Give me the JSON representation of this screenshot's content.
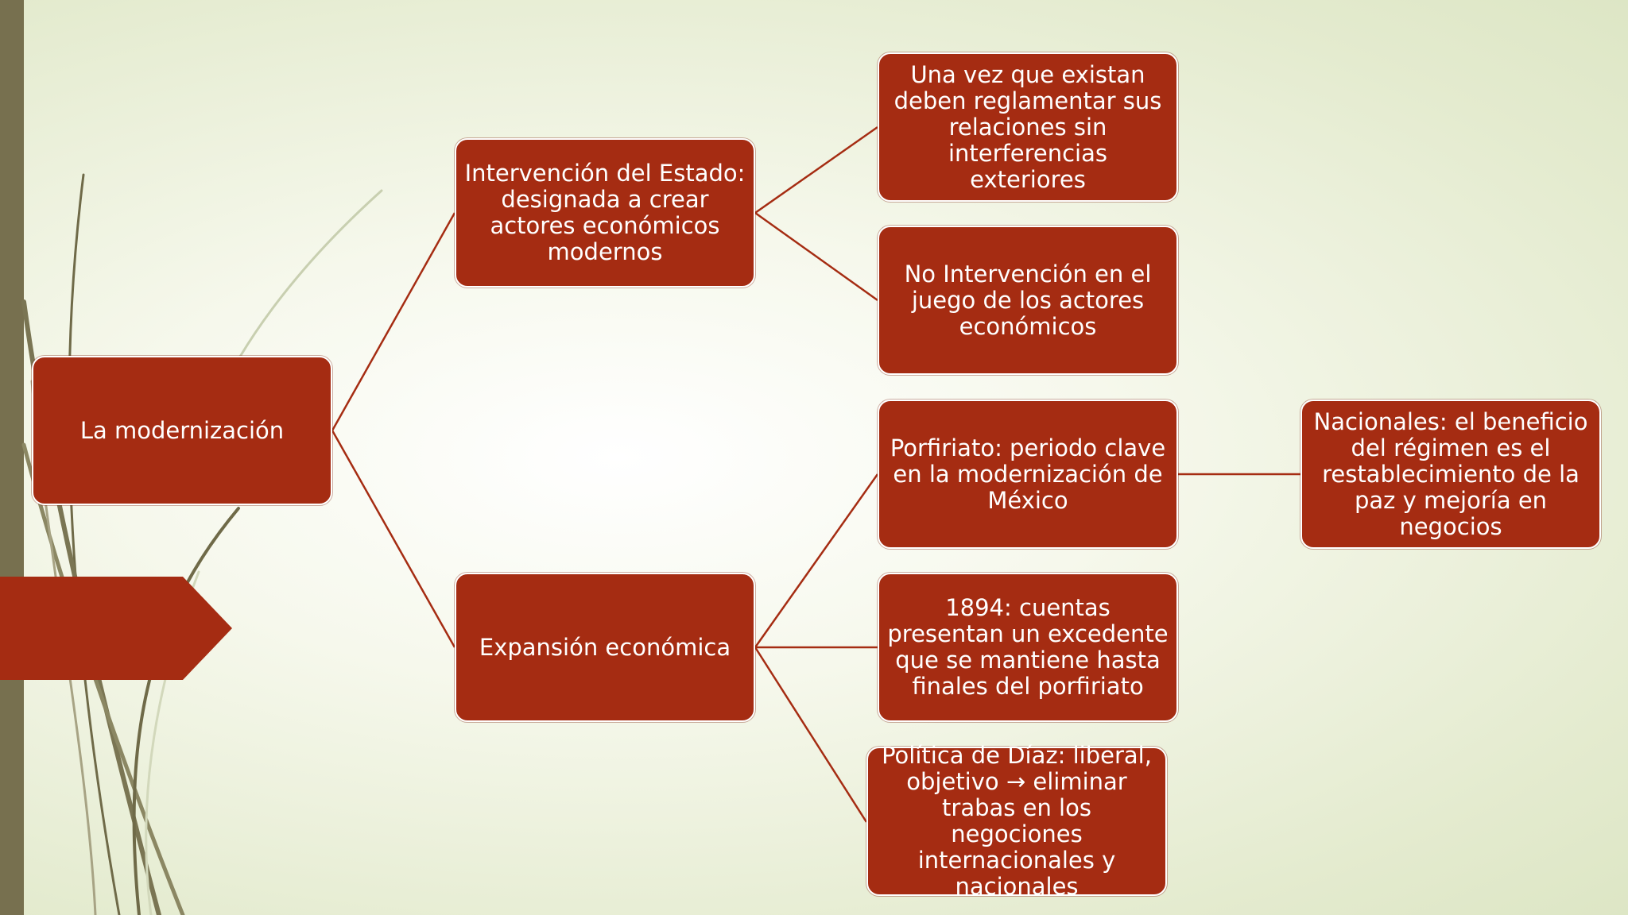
{
  "diagram": {
    "root": {
      "label": "La modernización"
    },
    "level1": [
      {
        "label": "Intervención del Estado: designada a crear actores económicos modernos"
      },
      {
        "label": "Expansión económica"
      }
    ],
    "level2": [
      {
        "label": "Una vez que existan deben reglamentar sus relaciones sin interferencias exteriores"
      },
      {
        "label": "No Intervención en el juego de los actores económicos"
      },
      {
        "label": "Porfiriato: periodo clave en la modernización de México"
      },
      {
        "label": "1894: cuentas presentan un excedente que se mantiene hasta finales del porfiriato"
      },
      {
        "label": "Política de Díaz: liberal, objetivo → eliminar trabas en los negociones internacionales y nacionales"
      }
    ],
    "level3": [
      {
        "label": "Nacionales: el beneficio del régimen es el restablecimiento de la paz y mejoría en negocios"
      }
    ]
  },
  "colors": {
    "node_fill": "#a52c12",
    "connector": "#a52c12",
    "accent_bar": "#77704f",
    "background": "#f6f8ec"
  }
}
